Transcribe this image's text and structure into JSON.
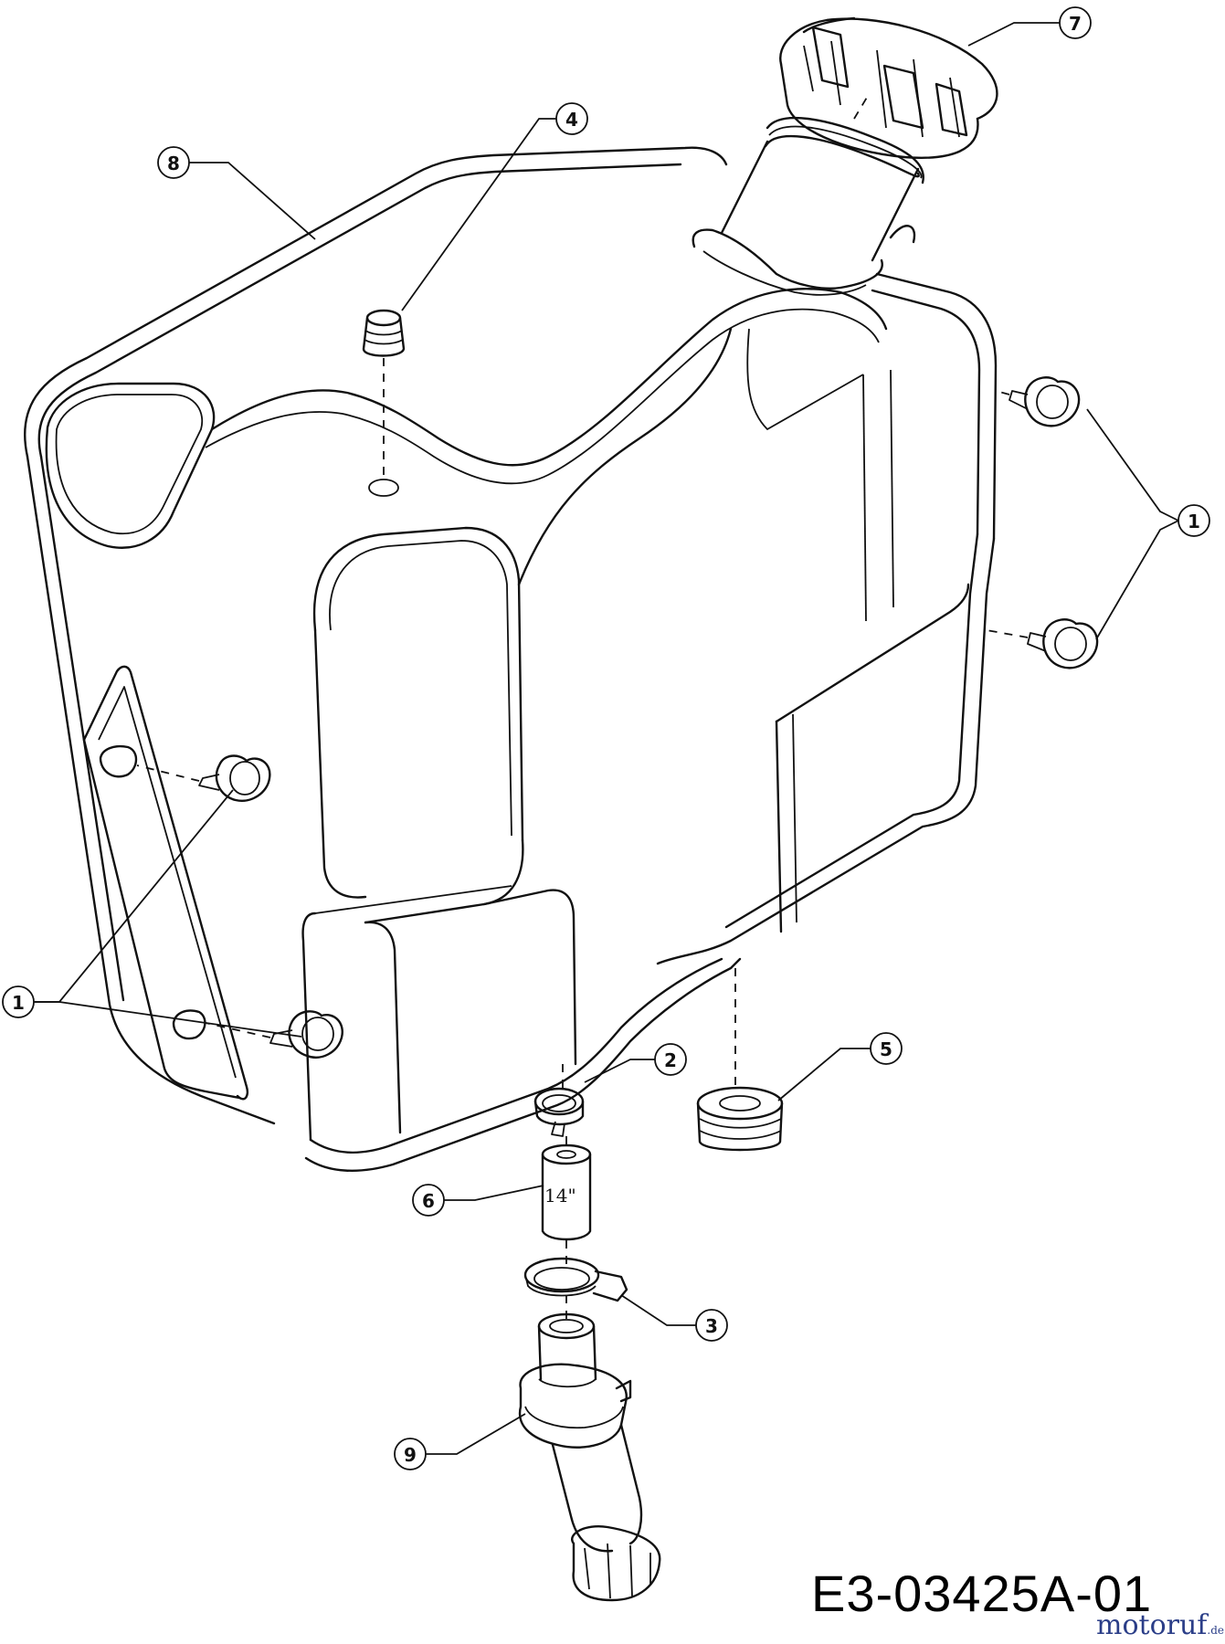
{
  "diagram": {
    "callouts": [
      {
        "id": "1-left",
        "label": "1"
      },
      {
        "id": "1-right",
        "label": "1"
      },
      {
        "id": "2",
        "label": "2"
      },
      {
        "id": "3",
        "label": "3"
      },
      {
        "id": "4",
        "label": "4"
      },
      {
        "id": "5",
        "label": "5"
      },
      {
        "id": "6",
        "label": "6"
      },
      {
        "id": "7",
        "label": "7"
      },
      {
        "id": "8",
        "label": "8"
      },
      {
        "id": "9",
        "label": "9"
      }
    ],
    "hose_label": "14\"",
    "drawing_number": "E3-03425A-01",
    "watermark": {
      "main": "motoruf",
      "suffix": ".de"
    }
  }
}
